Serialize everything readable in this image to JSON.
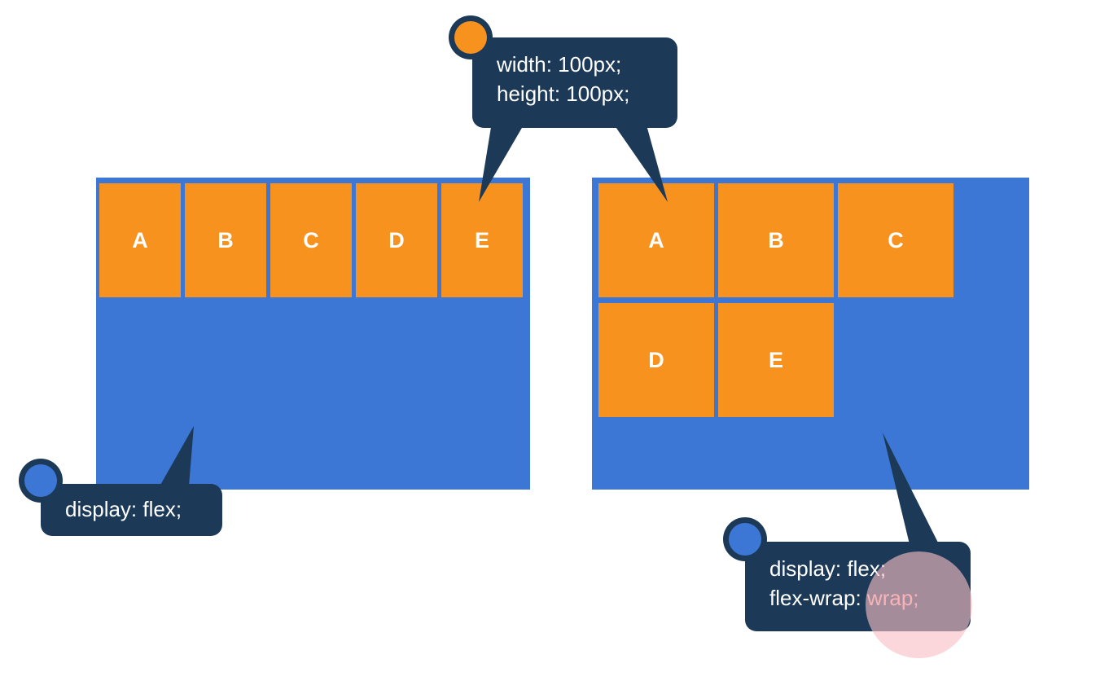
{
  "figure": {
    "title": "CSS flexbox flex-wrap comparison diagram",
    "background_color": "#FFFFFF"
  },
  "colors": {
    "container_blue": "#3C77D6",
    "item_orange": "#F8921F",
    "callout_navy": "#1C3A57",
    "text_white": "#FFFFFF",
    "highlight_pink": "#F2A3A3",
    "focus_circle": "#F8BEC5"
  },
  "containers": [
    {
      "id": "nowrap",
      "name": "flex-container-no-wrap",
      "wrap": "nowrap",
      "items": [
        {
          "label": "A"
        },
        {
          "label": "B"
        },
        {
          "label": "C"
        },
        {
          "label": "D"
        },
        {
          "label": "E"
        }
      ]
    },
    {
      "id": "wrap",
      "name": "flex-container-wrap",
      "wrap": "wrap",
      "items": [
        {
          "label": "A"
        },
        {
          "label": "B"
        },
        {
          "label": "C"
        },
        {
          "label": "D"
        },
        {
          "label": "E"
        }
      ]
    }
  ],
  "callouts": {
    "size": {
      "badge_color": "#F8921F",
      "line1": "width: 100px;",
      "line2": "height: 100px;"
    },
    "flex": {
      "badge_color": "#3C77D6",
      "line1": "display: flex;"
    },
    "wrap": {
      "badge_color": "#3C77D6",
      "line1": "display: flex;",
      "line2_prefix": "flex-wrap: ",
      "line2_value": "wrap;"
    }
  }
}
